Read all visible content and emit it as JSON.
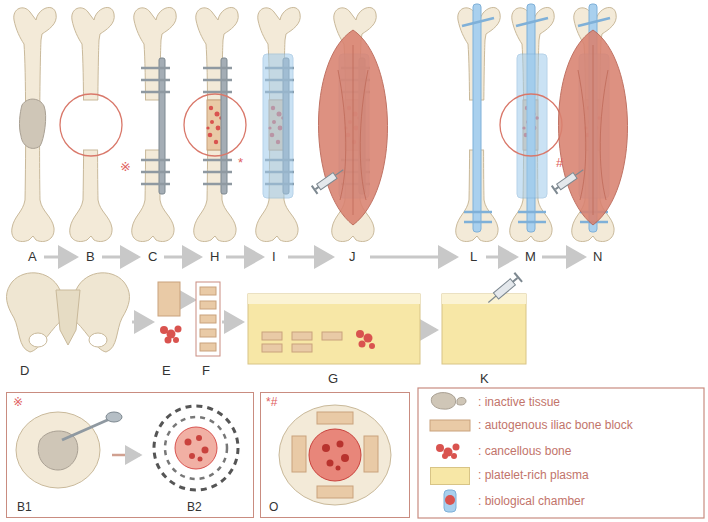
{
  "diagram": {
    "nodes": [
      {
        "text": [
          "※",
          "B1",
          "B2"
        ]
      },
      {
        "text": [
          "*#",
          "O"
        ]
      }
    ],
    "labels": [
      "A",
      "B",
      "C",
      "H",
      "I",
      "J",
      "L",
      "M",
      "N",
      "※",
      "*",
      "#",
      "D",
      "E",
      "F",
      "G",
      "K"
    ],
    "legend": [
      {
        "text": ": inactive tissue"
      },
      {
        "text": ": autogenous iliac bone block"
      },
      {
        "text": ": cancellous bone"
      },
      {
        "text": ": platelet-rich plasma",
        "color": "#f7e7a6"
      },
      {
        "text": ": biological chamber"
      }
    ]
  }
}
